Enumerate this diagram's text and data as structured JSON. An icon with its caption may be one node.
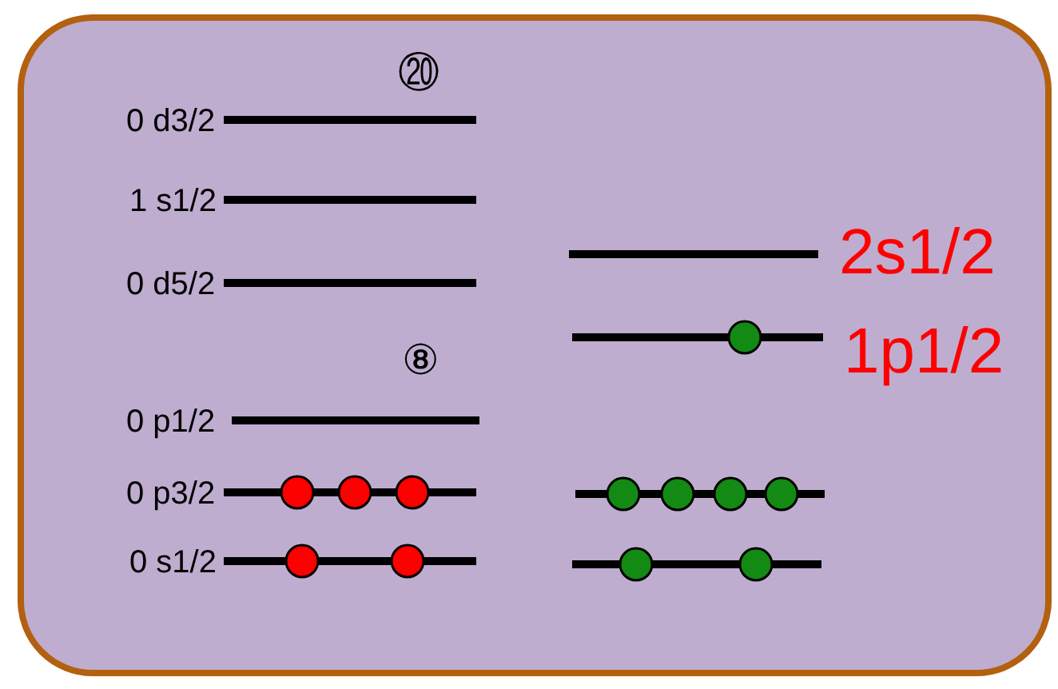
{
  "diagram": {
    "labels": [
      "⑳",
      "0 d3/2",
      "1 s1/2",
      "0 d5/2",
      "⑧",
      "0 p1/2",
      "0 p3/2",
      "0 s1/2",
      "2s1/2",
      "1p1/2"
    ]
  }
}
